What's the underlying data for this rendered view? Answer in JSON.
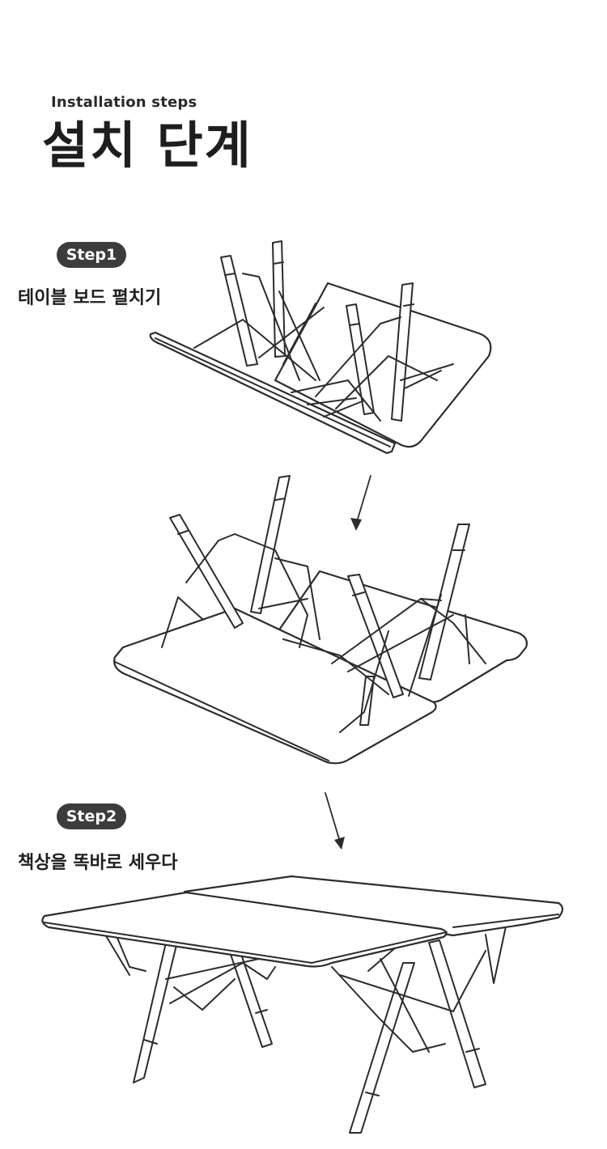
{
  "header": {
    "subtitle": "Installation steps",
    "title": "설치 단계"
  },
  "steps": [
    {
      "badge": "Step1",
      "instruction": "테이블 보드 펼치기"
    },
    {
      "badge": "Step2",
      "instruction": "책상을 똑바로 세우다"
    }
  ],
  "icons": [
    "arrow-down-icon"
  ]
}
